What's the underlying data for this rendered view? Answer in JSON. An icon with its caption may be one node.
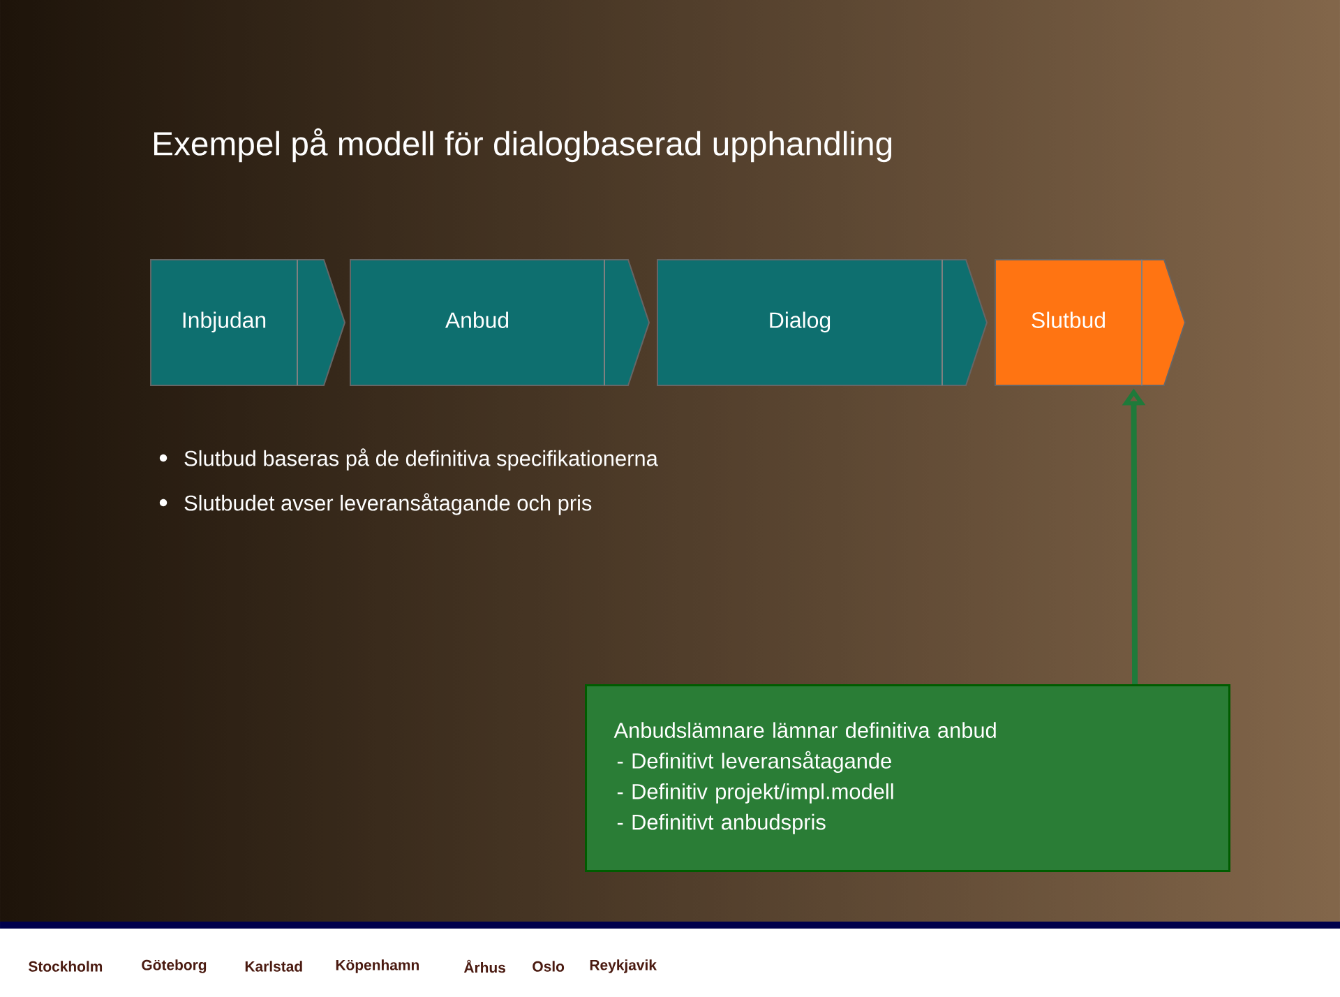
{
  "diagram": {
    "title": "Exempel på modell för dialogbaserad upphandling",
    "nodes": [
      {
        "text": [
          "Inbjudan"
        ]
      },
      {
        "text": [
          "Anbud"
        ]
      },
      {
        "text": [
          "Dialog"
        ]
      },
      {
        "text": [
          "Slutbud"
        ]
      },
      {
        "text": [
          "Anbudslämnare lämnar definitiva  anbud",
          "-  Definitivt leveransåtagande",
          "-  Definitiv projekt/impl.modell",
          "-  Definitivt anbudspris"
        ]
      }
    ],
    "edges": [
      {
        "from": 4,
        "to": 3,
        "arrow": "to"
      }
    ],
    "labels": [
      "Slutbud baseras på de definitiva specifikationerna",
      "Slutbudet avser leveransåtagande och pris",
      "Stockholm",
      "Göteborg",
      "Karlstad",
      "Köpenhamn",
      "Århus",
      "Oslo",
      "Reykjavik"
    ]
  }
}
